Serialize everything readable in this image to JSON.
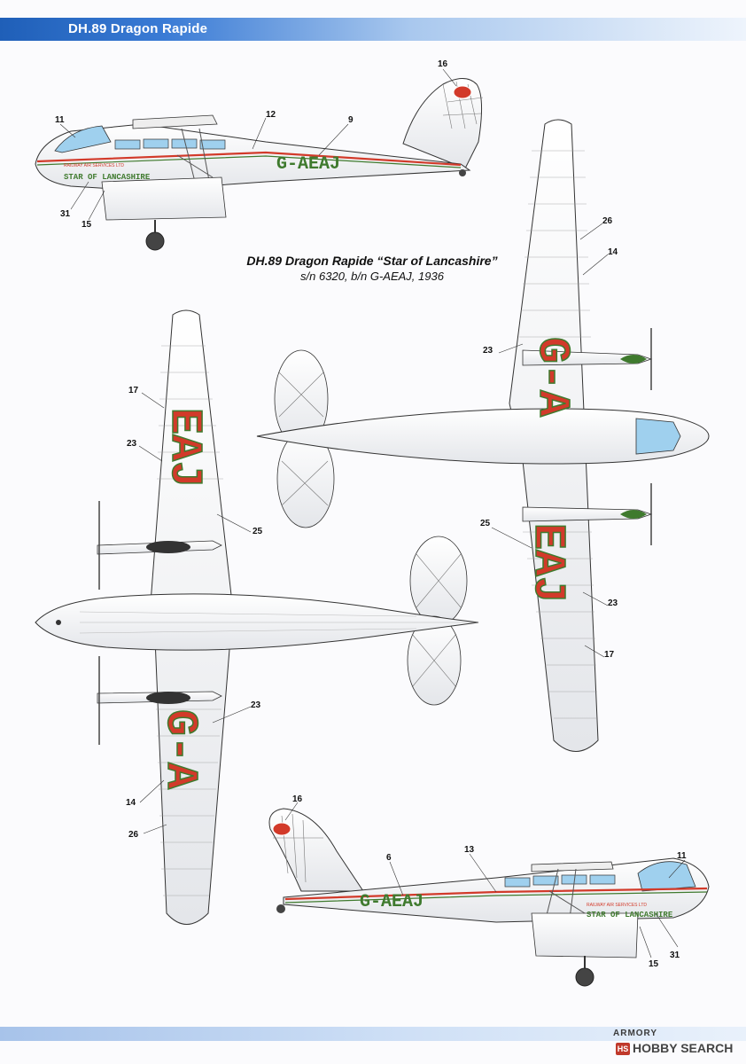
{
  "header": {
    "title": "DH.89 Dragon Rapide"
  },
  "caption": {
    "title": "DH.89 Dragon Rapide “Star of Lancashire”",
    "subtitle": "s/n 6320, b/n G-AEAJ, 1936"
  },
  "registration": "G-AEAJ",
  "airline_text": "RAILWAY AIR SERVICES LTD",
  "name_text": "STAR OF LANCASHIRE",
  "wing_upper_text": "G-A",
  "wing_upper_text2": "EAJ",
  "callouts_top_profile": {
    "c11": "11",
    "c12": "12",
    "c9": "9",
    "c16": "16",
    "c31": "31",
    "c15": "15"
  },
  "callouts_top_plan": {
    "c26": "26",
    "c14": "14",
    "c23": "23",
    "c25": "25",
    "c23b": "23",
    "c17": "17"
  },
  "callouts_under_plan": {
    "c17": "17",
    "c23": "23",
    "c25": "25",
    "c23b": "23",
    "c14": "14",
    "c26": "26"
  },
  "callouts_bottom_profile": {
    "c16": "16",
    "c6": "6",
    "c13": "13",
    "c11": "11",
    "c31": "31",
    "c15": "15"
  },
  "footer": {
    "brand": "ARMORY",
    "watermark": "HOBBY SEARCH",
    "watermark_icon": "HS"
  },
  "colors": {
    "header_blue": "#1f5fb8",
    "livery_red": "#d23a2a",
    "livery_green": "#3f7a2e",
    "canopy_blue": "#9fd0ee"
  }
}
